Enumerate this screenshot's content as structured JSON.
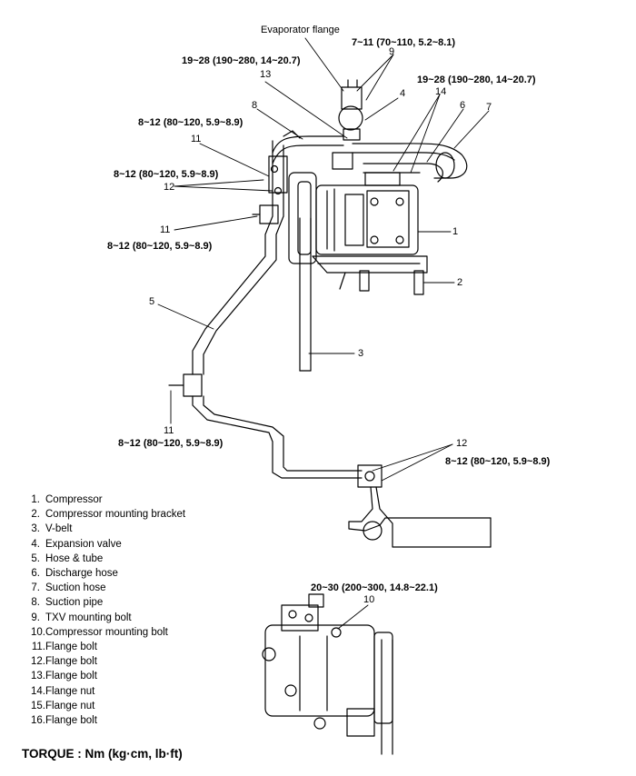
{
  "callouts": {
    "evaporator_flange": "Evaporator flange",
    "torque_7_11": "7~11 (70~110, 5.2~8.1)",
    "torque_19_28_left": "19~28 (190~280, 14~20.7)",
    "torque_19_28_right": "19~28 (190~280, 14~20.7)",
    "torque_8_12_a": "8~12 (80~120, 5.9~8.9)",
    "torque_8_12_b": "8~12 (80~120, 5.9~8.9)",
    "torque_8_12_c": "8~12 (80~120, 5.9~8.9)",
    "torque_8_12_d": "8~12 (80~120, 5.9~8.9)",
    "torque_8_12_e": "8~12 (80~120, 5.9~8.9)",
    "torque_20_30": "20~30 (200~300, 14.8~22.1)"
  },
  "part_numbers": {
    "n9": "9",
    "n13": "13",
    "n4": "4",
    "n14": "14",
    "n8": "8",
    "n6": "6",
    "n7": "7",
    "n11_top": "11",
    "n12_top": "12",
    "n11_mid": "11",
    "n1": "1",
    "n2": "2",
    "n5": "5",
    "n3": "3",
    "n11_bottom": "11",
    "n12_bottom": "12",
    "n10": "10"
  },
  "legend": [
    {
      "num": "1.",
      "text": "Compressor"
    },
    {
      "num": "2.",
      "text": "Compressor mounting bracket"
    },
    {
      "num": "3.",
      "text": "V-belt"
    },
    {
      "num": "4.",
      "text": "Expansion valve"
    },
    {
      "num": "5.",
      "text": "Hose & tube"
    },
    {
      "num": "6.",
      "text": "Discharge hose"
    },
    {
      "num": "7.",
      "text": "Suction hose"
    },
    {
      "num": "8.",
      "text": "Suction pipe"
    },
    {
      "num": "9.",
      "text": "TXV mounting bolt"
    },
    {
      "num": "10.",
      "text": "Compressor mounting bolt"
    },
    {
      "num": "11.",
      "text": "Flange bolt"
    },
    {
      "num": "12.",
      "text": "Flange bolt"
    },
    {
      "num": "13.",
      "text": "Flange bolt"
    },
    {
      "num": "14.",
      "text": "Flange nut"
    },
    {
      "num": "15.",
      "text": "Flange nut"
    },
    {
      "num": "16.",
      "text": "Flange bolt"
    }
  ],
  "torque_unit": "TORQUE : Nm (kg·cm, lb·ft)"
}
